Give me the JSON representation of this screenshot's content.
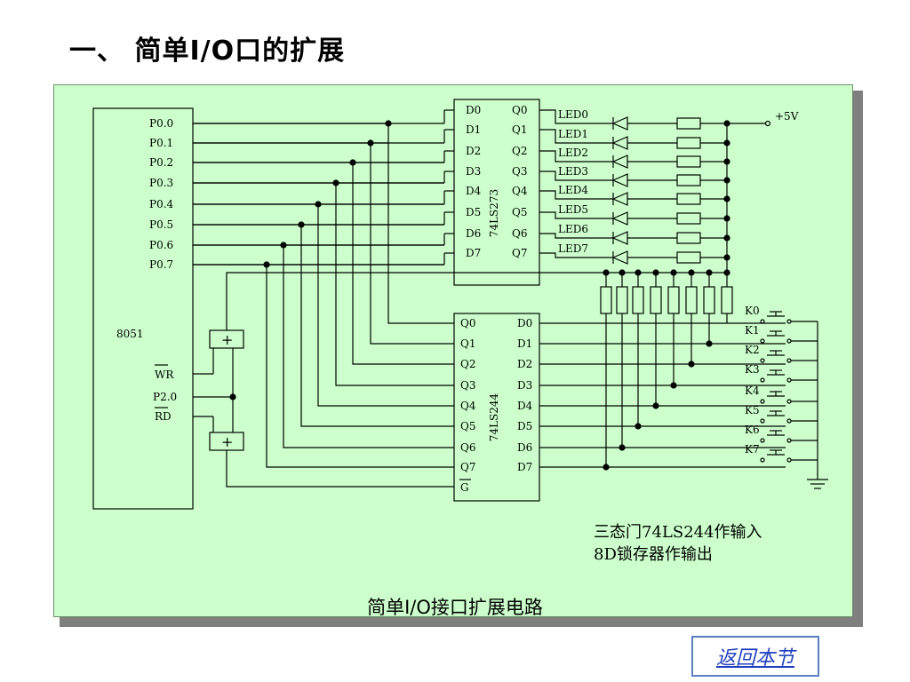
{
  "title": "一、 简单I/O口的扩展",
  "caption": "简单I/O接口扩展电路",
  "note_lines": [
    "三态门74LS244作输入",
    "8D锁存器作输出"
  ],
  "back_button": "返回本节",
  "chips": {
    "mcu": {
      "name": "8051",
      "pins": [
        "P0.0",
        "P0.1",
        "P0.2",
        "P0.3",
        "P0.4",
        "P0.5",
        "P0.6",
        "P0.7"
      ],
      "wr": "WR",
      "p20": "P2.0",
      "rd": "RD"
    },
    "latch": {
      "name": "74LS273",
      "d_pins": [
        "D0",
        "D1",
        "D2",
        "D3",
        "D4",
        "D5",
        "D6",
        "D7"
      ],
      "q_pins": [
        "Q0",
        "Q1",
        "Q2",
        "Q3",
        "Q4",
        "Q5",
        "Q6",
        "Q7"
      ]
    },
    "buffer": {
      "name": "74LS244",
      "q_pins": [
        "Q0",
        "Q1",
        "Q2",
        "Q3",
        "Q4",
        "Q5",
        "Q6",
        "Q7"
      ],
      "d_pins": [
        "D0",
        "D1",
        "D2",
        "D3",
        "D4",
        "D5",
        "D6",
        "D7"
      ],
      "g": "G"
    }
  },
  "leds": [
    "LED0",
    "LED1",
    "LED2",
    "LED3",
    "LED4",
    "LED5",
    "LED6",
    "LED7"
  ],
  "keys": [
    "K0",
    "K1",
    "K2",
    "K3",
    "K4",
    "K5",
    "K6",
    "K7"
  ],
  "supply": "+5V",
  "gate_symbol": "+"
}
